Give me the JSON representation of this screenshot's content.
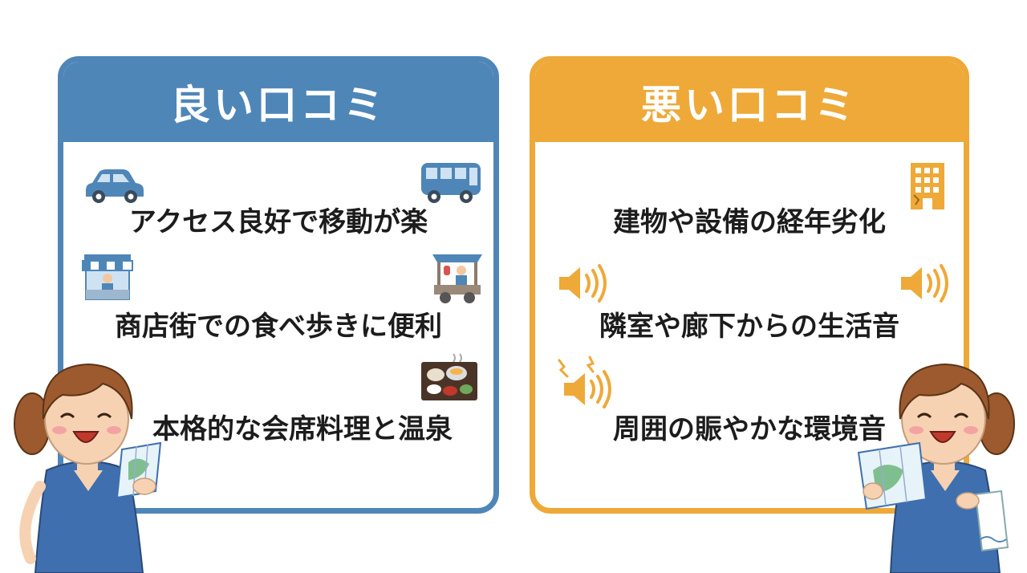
{
  "good_panel": {
    "title": "良い口コミ",
    "items": [
      "アクセス良好で移動が楽",
      "商店街での食べ歩きに便利",
      "本格的な会席料理と温泉"
    ]
  },
  "bad_panel": {
    "title": "悪い口コミ",
    "items": [
      "建物や設備の経年劣化",
      "隣室や廊下からの生活音",
      "周囲の賑やかな環境音"
    ]
  },
  "colors": {
    "good_accent": "#4f86b8",
    "bad_accent": "#eea938"
  },
  "icons": [
    "car-icon",
    "bus-icon",
    "shop-stall-icon",
    "food-cart-icon",
    "meal-tray-icon",
    "building-icon",
    "speaker-icon",
    "speaker-icon",
    "noise-speaker-icon"
  ]
}
